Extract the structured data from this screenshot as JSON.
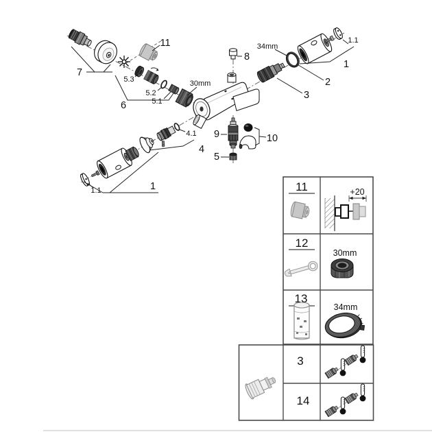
{
  "diagram": {
    "callouts": {
      "n7": "7",
      "n11": "11",
      "n5_3": "5.3",
      "n5_2": "5.2",
      "n5_1": "5.1",
      "n6": "6",
      "n8": "8",
      "n2": "2",
      "n3": "3",
      "n1_top": "1",
      "n1_1_top": "1.1",
      "n4_1": "4.1",
      "n4": "4",
      "n9": "9",
      "n10": "10",
      "n5": "5",
      "n1_bottom": "1",
      "n1_1_bottom": "1.1"
    },
    "dimensions": {
      "ring_34mm": "34mm",
      "nut_30mm": "30mm"
    }
  },
  "parts_table": {
    "rows": [
      {
        "number": "11",
        "detail_label": "+20"
      },
      {
        "number": "12",
        "detail_label": "30mm"
      },
      {
        "number": "13",
        "detail_label": "34mm"
      }
    ],
    "spare_rows": [
      {
        "number": "3"
      },
      {
        "number": "14"
      }
    ]
  },
  "colors": {
    "line": "#222222",
    "dark_part": "#3a3a3a",
    "mid_gray": "#8f8f8f",
    "light_gray": "#c8c8c8",
    "table_border": "#4a4a4a",
    "background": "#ffffff",
    "footer_line": "#dcdcdc"
  }
}
